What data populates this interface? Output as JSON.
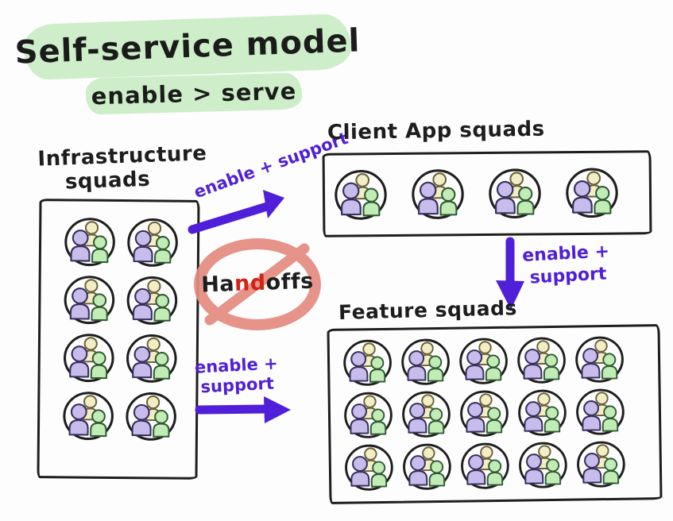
{
  "title": {
    "line1": "Self-service model",
    "line2": "enable > serve"
  },
  "groups": {
    "infrastructure": {
      "label_line1": "Infrastructure",
      "label_line2": "squads",
      "squad_count": 8,
      "columns": 2,
      "rows": 4
    },
    "client_app": {
      "label": "Client App squads",
      "squad_count": 4,
      "columns": 4,
      "rows": 1
    },
    "feature": {
      "label": "Feature squads",
      "squad_count": 15,
      "columns": 5,
      "rows": 3
    }
  },
  "arrows": {
    "infra_to_client": {
      "label": "enable + support",
      "direction": "up-right"
    },
    "infra_to_feature": {
      "label_line1": "enable +",
      "label_line2": "support",
      "direction": "right"
    },
    "client_to_feature": {
      "label_line1": "enable +",
      "label_line2": "support",
      "direction": "down"
    }
  },
  "ban": {
    "part1": "Ha",
    "part2": "nd",
    "part3": "offs",
    "meaning": "no handoffs"
  },
  "squad": {
    "members": [
      "purple-person-icon",
      "yellow-person-icon",
      "green-person-icon"
    ]
  },
  "colors": {
    "highlight_green": "#cdeec9",
    "arrow_purple": "#4f1fd9",
    "ban_red": "#e58b80",
    "ban_letter_red": "#cf2417",
    "ink": "#1e1e1e",
    "person_purple": "#c8bcec",
    "person_yellow": "#f2edc5",
    "person_green": "#c2ecb6"
  }
}
